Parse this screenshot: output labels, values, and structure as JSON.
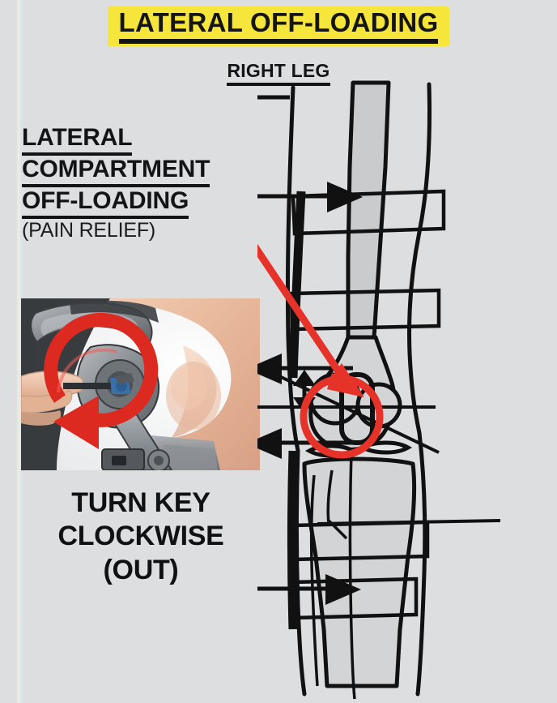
{
  "poster": {
    "title": "LATERAL OFF-LOADING",
    "subtitle": "RIGHT LEG",
    "background_color": "#dcdee0",
    "highlight_color": "#f6e63c",
    "accent_color": "#e12d22",
    "ink_color": "#141414"
  },
  "callout": {
    "line1": "LATERAL",
    "line2": "COMPARTMENT",
    "line3": "OFF-LOADING",
    "note": "(PAIN RELIEF)"
  },
  "caption": {
    "line1": "TURN KEY",
    "line2": "CLOCKWISE",
    "line3": "(OUT)"
  },
  "photo": {
    "description": "hand turning adjustment key on knee brace hinge",
    "rotation_direction": "clockwise"
  },
  "diagram": {
    "view": "right leg frontal view with off-loading knee brace",
    "highlight_region": "lateral compartment",
    "force_arrows": [
      {
        "name": "thigh-force-arrow",
        "direction": "right"
      },
      {
        "name": "knee-upper-force-arrow",
        "direction": "left"
      },
      {
        "name": "knee-lower-force-arrow",
        "direction": "left"
      },
      {
        "name": "shin-force-arrow",
        "direction": "right"
      }
    ],
    "hinge": "lateral brace hinge",
    "straps": 4
  }
}
